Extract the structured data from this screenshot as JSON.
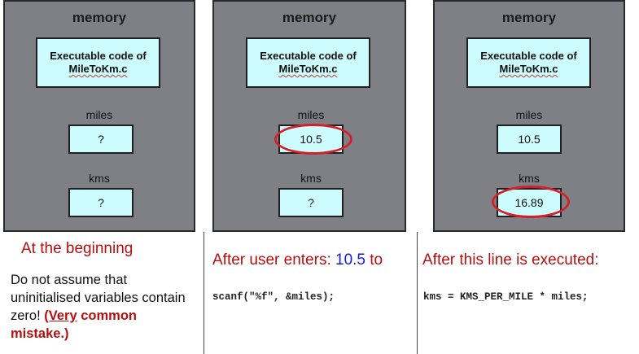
{
  "memory_label": "memory",
  "code_box": {
    "line1": "Executable code of",
    "line2": "MileToKm.c"
  },
  "panels": [
    {
      "miles_label": "miles",
      "miles_value": "?",
      "kms_label": "kms",
      "kms_value": "?"
    },
    {
      "miles_label": "miles",
      "miles_value": "10.5",
      "kms_label": "kms",
      "kms_value": "?"
    },
    {
      "miles_label": "miles",
      "miles_value": "10.5",
      "kms_label": "kms",
      "kms_value": "16.89"
    }
  ],
  "captions": {
    "beginning": "At the beginning",
    "after_input_prefix": "After user enters: ",
    "after_input_value": "10.5",
    "after_input_suffix": " to",
    "after_exec": "After this line is executed:"
  },
  "note": {
    "text": "Do not assume that uninitialised variables contain zero! ",
    "warning_underlined": "(Very",
    "warning_rest": " common mistake.)"
  },
  "code_lines": {
    "scanf": "scanf(\"%f\", &miles);",
    "assign": "kms = KMS_PER_MILE * miles;"
  },
  "colors": {
    "panel_bg": "#7f8086",
    "box_bg": "#ccfcfd",
    "highlight": "#d4202a",
    "caption": "#b50f0f",
    "number_blue": "#1a1adc"
  }
}
